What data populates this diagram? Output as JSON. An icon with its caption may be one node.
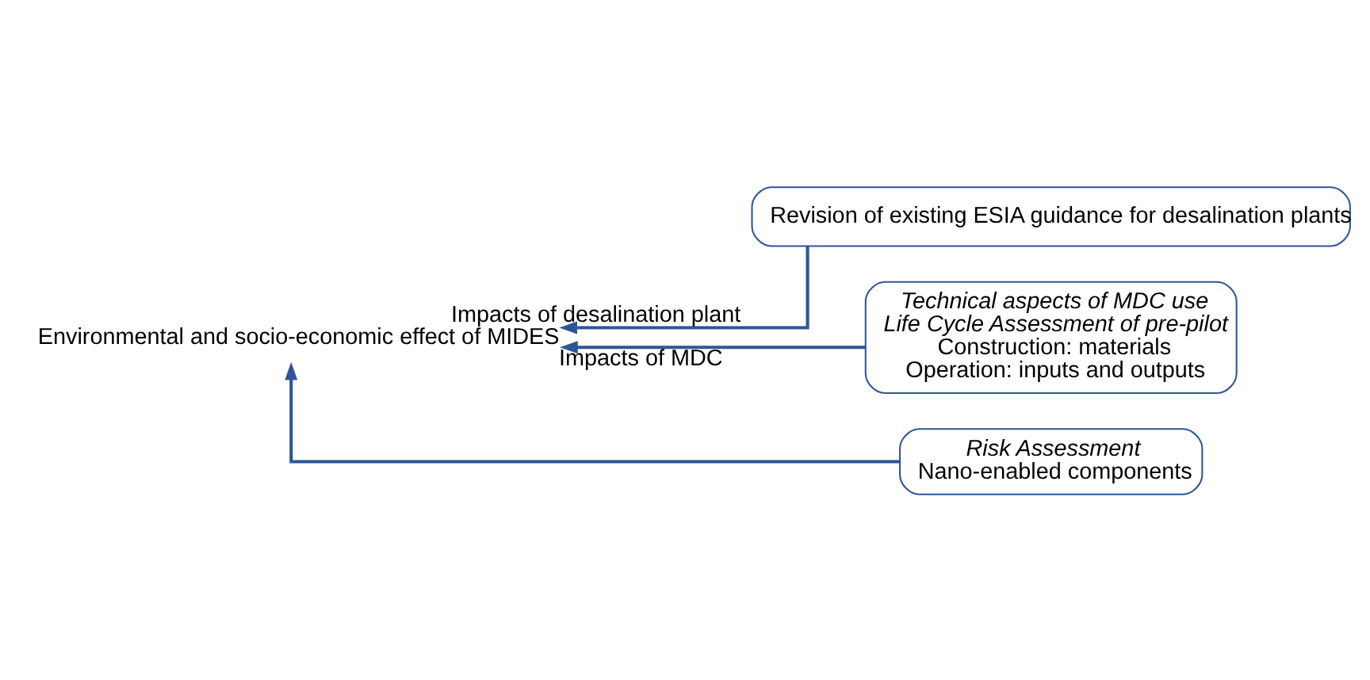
{
  "diagram": {
    "nodes": [
      {
        "text": [
          "Environmental and socio-economic effect of MIDES"
        ]
      },
      {
        "text": [
          "Revision of existing ESIA guidance for desalination plants"
        ]
      },
      {
        "text": [
          "Technical aspects of MDC use",
          "Life Cycle Assessment of pre-pilot",
          "Construction: materials",
          "Operation: inputs and outputs"
        ]
      },
      {
        "text": [
          "Risk Assessment",
          "Nano-enabled components"
        ]
      }
    ],
    "edges": [
      {
        "from": 1,
        "to": 0,
        "arrow": "to",
        "label": "Impacts of desalination plant"
      },
      {
        "from": 2,
        "to": 0,
        "arrow": "to",
        "label": "Impacts of MDC"
      },
      {
        "from": 3,
        "to": 0,
        "arrow": "to"
      }
    ]
  }
}
